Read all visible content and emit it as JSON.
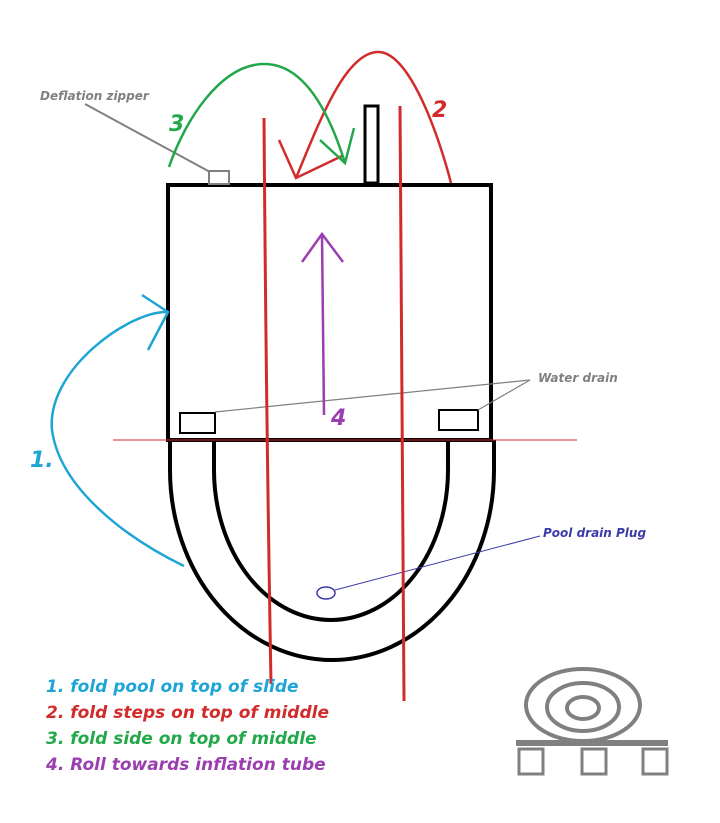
{
  "labels": {
    "deflation_zipper": "Deflation zipper",
    "water_drain": "Water drain",
    "pool_drain_plug": "Pool drain Plug",
    "step1_marker": "1.",
    "step2_marker": "2",
    "step3_marker": "3",
    "step4_marker": "4"
  },
  "legend": [
    {
      "text": "1. fold pool on top of slide",
      "color": "#1ea5d6"
    },
    {
      "text": "2. fold steps on top of middle",
      "color": "#d22b2b"
    },
    {
      "text": "3. fold side on top of middle",
      "color": "#22a84a"
    },
    {
      "text": "4. Roll towards inflation tube",
      "color": "#9b3fb0"
    }
  ],
  "colors": {
    "outline": "#000000",
    "gray": "#808080",
    "blue": "#1ea5d6",
    "red": "#d22b2b",
    "green": "#22a84a",
    "purple": "#9b3fb0",
    "navy": "#3a3aa8"
  },
  "icons": [
    "rolled-pool-icon"
  ]
}
